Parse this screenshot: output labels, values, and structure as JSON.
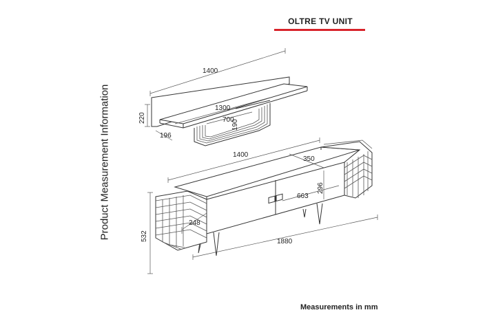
{
  "header": {
    "title": "OLTRE TV UNIT",
    "accent_color": "#d8232a"
  },
  "side_label": "Product Measurement Information",
  "footer": "Measurements in mm",
  "dimensions": {
    "shelf_length": "1400",
    "shelf_inner": "1300",
    "shelf_box": "700",
    "shelf_box_height": "190",
    "shelf_height": "220",
    "shelf_depth": "196",
    "unit_length": "1400",
    "side_depth": "350",
    "door_height": "296",
    "door_width": "663",
    "side_width": "248",
    "total_length": "1880",
    "total_height": "532"
  }
}
